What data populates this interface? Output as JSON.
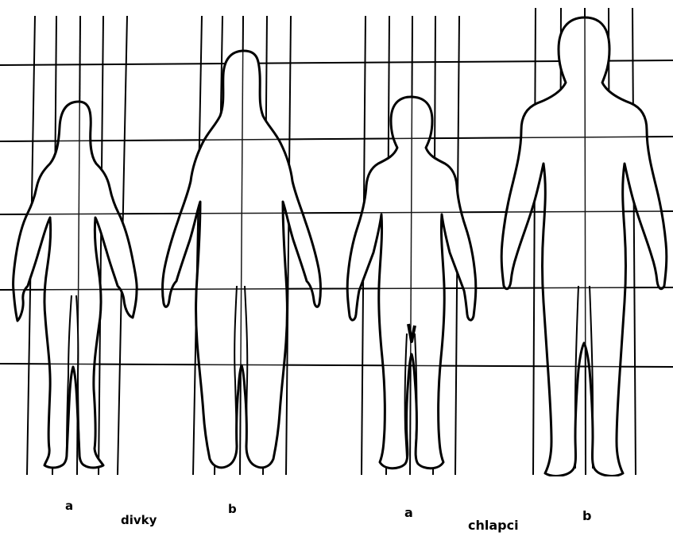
{
  "labels": {
    "girl_a": "a",
    "girls": "divky",
    "girl_b": "b",
    "boy_a": "a",
    "boys": "chlapci",
    "boy_b": "b"
  },
  "colors": {
    "line": "#000000",
    "background": "#ffffff"
  }
}
